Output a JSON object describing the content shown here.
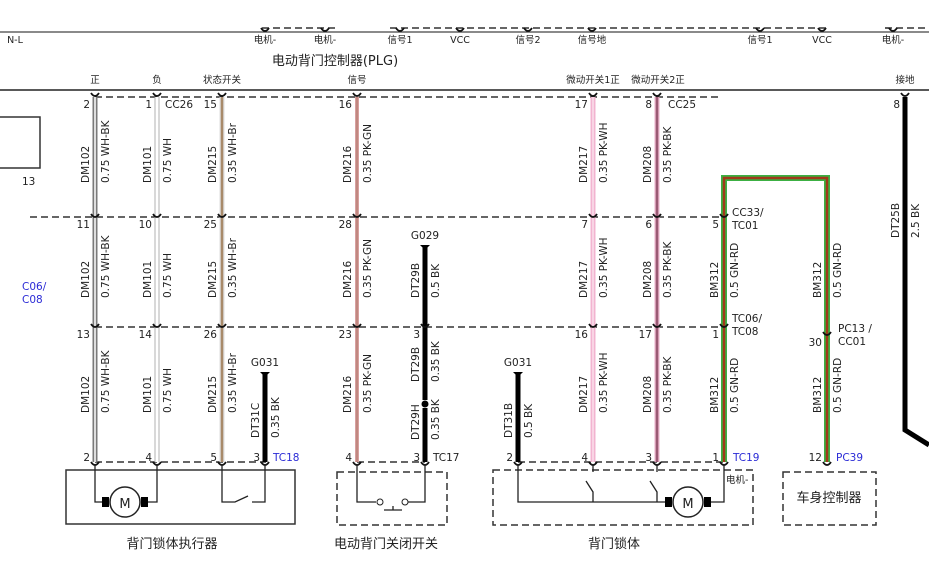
{
  "top_connector": {
    "pins": [
      "N-L",
      "电机-",
      "电机-",
      "信号1",
      "VCC",
      "信号2",
      "信号地",
      "信号1",
      "VCC",
      "电机-"
    ]
  },
  "controller": {
    "title": "电动背门控制器(PLG)",
    "pins": [
      "正",
      "负",
      "状态开关",
      "信号",
      "微动开关1正",
      "微动开关2正",
      "接地"
    ]
  },
  "left_partial": {
    "texts": [
      "13",
      "C06/",
      "C08"
    ]
  },
  "pins": {
    "row1": [
      "2",
      "1",
      "15",
      "16",
      "17",
      "8",
      "8"
    ],
    "row1_conn": [
      "CC26",
      "CC25"
    ],
    "row2": [
      "11",
      "10",
      "25",
      "28",
      "7",
      "6",
      "5"
    ],
    "row2_conn": [
      "CC33/",
      "TC01"
    ],
    "row3": [
      "13",
      "14",
      "26",
      "23",
      "3",
      "16",
      "17",
      "1",
      "30"
    ],
    "row3_conn": [
      "TC06/",
      "TC08",
      "PC13 /",
      "CC01"
    ],
    "row4": [
      "2",
      "4",
      "5",
      "3",
      "4",
      "3",
      "2",
      "4",
      "3",
      "1",
      "12"
    ],
    "row4_conn": [
      "TC18",
      "TC17",
      "TC19",
      "PC39"
    ],
    "grounds": [
      "G029",
      "G031",
      "G031"
    ]
  },
  "wires": [
    {
      "id": "DM102",
      "spec": "0.75 WH-BK"
    },
    {
      "id": "DM101",
      "spec": "0.75 WH"
    },
    {
      "id": "DM215",
      "spec": "0.35 WH-Br"
    },
    {
      "id": "DM216",
      "spec": "0.35 PK-GN"
    },
    {
      "id": "DM217",
      "spec": "0.35 PK-WH"
    },
    {
      "id": "DM208",
      "spec": "0.35 PK-BK"
    },
    {
      "id": "DT25B",
      "spec": "2.5 BK"
    },
    {
      "id": "DM102",
      "spec": "0.75 WH-BK"
    },
    {
      "id": "DM101",
      "spec": "0.75 WH"
    },
    {
      "id": "DM215",
      "spec": "0.35 WH-Br"
    },
    {
      "id": "DM216",
      "spec": "0.35 PK-GN"
    },
    {
      "id": "DT29B",
      "spec": "0.5 BK"
    },
    {
      "id": "DM217",
      "spec": "0.35 PK-WH"
    },
    {
      "id": "DM208",
      "spec": "0.35 PK-BK"
    },
    {
      "id": "BM312",
      "spec": "0.5 GN-RD"
    },
    {
      "id": "BM312",
      "spec": "0.5 GN-RD"
    },
    {
      "id": "DM102",
      "spec": "0.75 WH-BK"
    },
    {
      "id": "DM101",
      "spec": "0.75 WH"
    },
    {
      "id": "DM215",
      "spec": "0.35 WH-Br"
    },
    {
      "id": "DT31C",
      "spec": "0.35 BK"
    },
    {
      "id": "DM216",
      "spec": "0.35 PK-GN"
    },
    {
      "id": "DT29B",
      "spec": "0.35 BK"
    },
    {
      "id": "DT29H",
      "spec": "0.35 BK"
    },
    {
      "id": "DT31B",
      "spec": "0.5 BK"
    },
    {
      "id": "DM217",
      "spec": "0.35 PK-WH"
    },
    {
      "id": "DM208",
      "spec": "0.35 PK-BK"
    },
    {
      "id": "BM312",
      "spec": "0.5 GN-RD"
    },
    {
      "id": "BM312",
      "spec": "0.5 GN-RD"
    }
  ],
  "components": {
    "lock_actuator": "背门锁体执行器",
    "close_switch": "电动背门关闭开关",
    "door_lock": "背门锁体",
    "door_lock_pin": "电机-",
    "bcm": "车身控制器",
    "motor_symbol": "M"
  },
  "colors": {
    "wh_bk": "#7a7a7a",
    "wh": "#b0b0b0",
    "wh_br": "#a88a6a",
    "pk_gn": "#d8a0a0",
    "pk_wh": "#f2b4d0",
    "pk_bk": "#9a5a74",
    "gn": "#3cb043",
    "rd": "#a03a1a",
    "bk": "#000000",
    "conn_blue": "#2b2bd6"
  }
}
